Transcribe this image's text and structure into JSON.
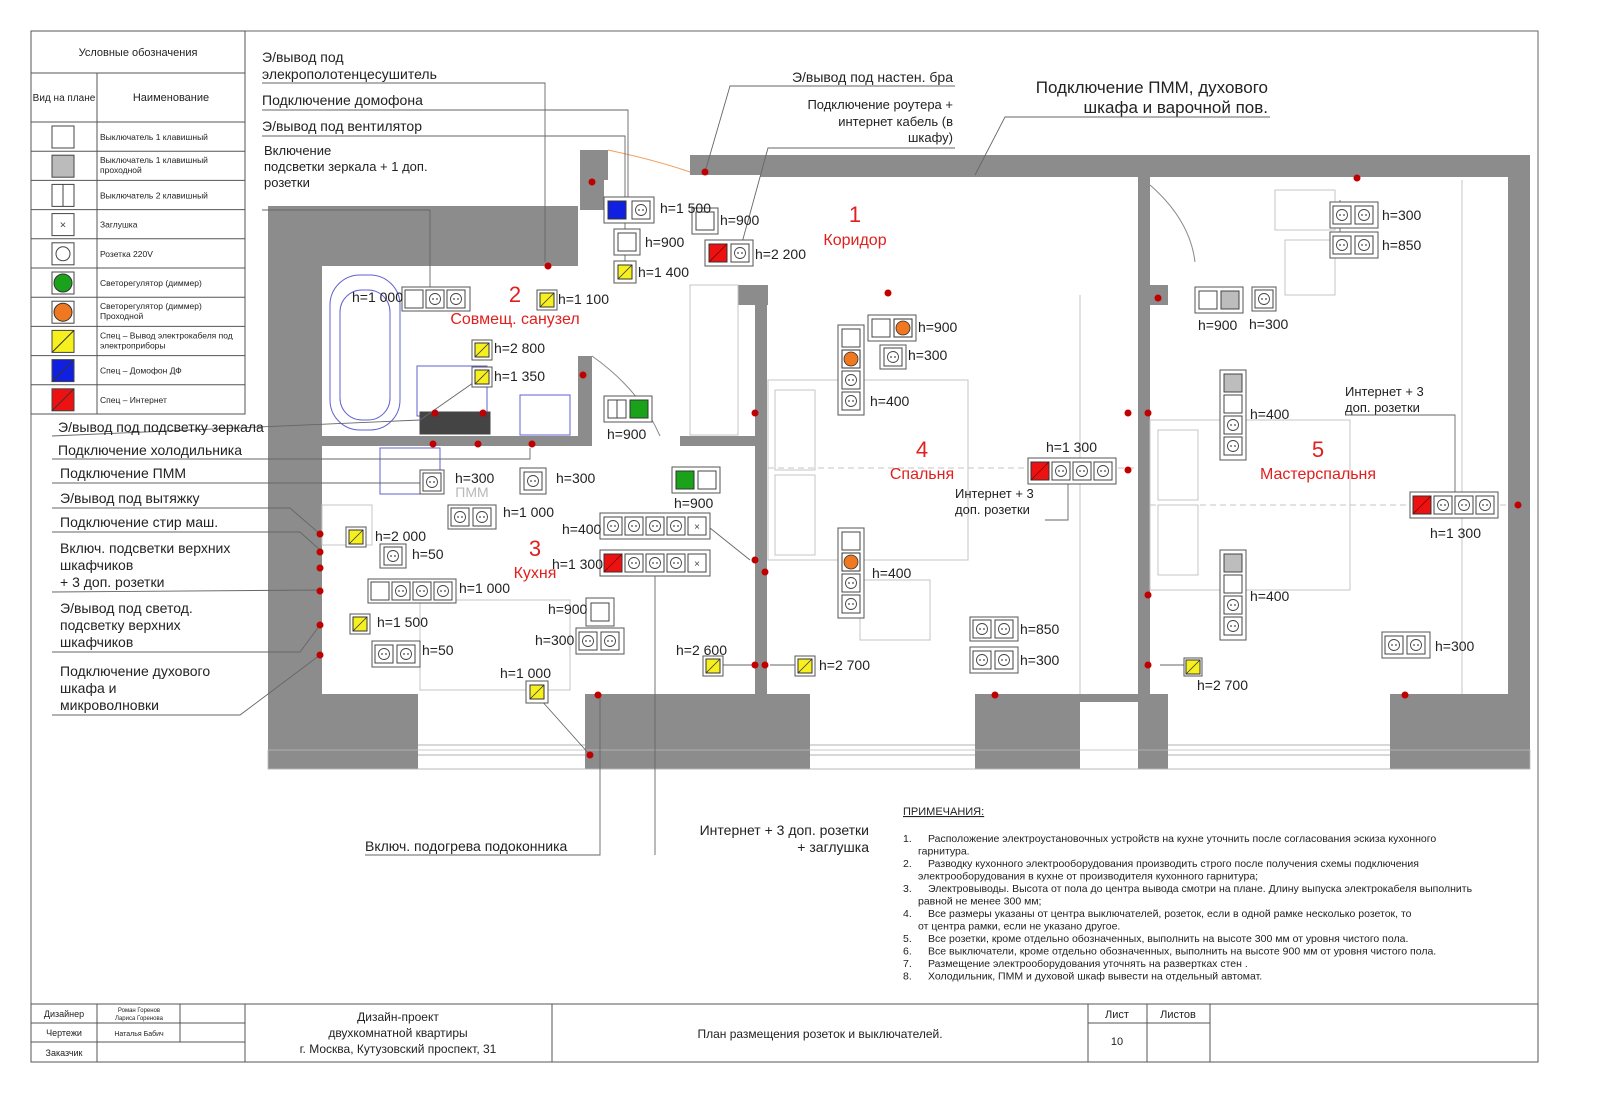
{
  "legend": {
    "title": "Условные обозначения",
    "col_view": "Вид на плане",
    "col_name": "Наименование",
    "items": [
      {
        "label": "Выключатель 1 клавишный",
        "symbol": "switch-1",
        "color": "#ffffff"
      },
      {
        "label": "Выключатель 1 клавишный проходной",
        "symbol": "switch-1-pass",
        "color": "#bbbbbb"
      },
      {
        "label": "Выключатель 2 клавишный",
        "symbol": "switch-2",
        "color": "#ffffff"
      },
      {
        "label": "Заглушка",
        "symbol": "cap",
        "color": "#ffffff"
      },
      {
        "label": "Розетка 220V",
        "symbol": "socket",
        "color": "#ffffff"
      },
      {
        "label": "Светорегулятор (диммер)",
        "symbol": "dimmer",
        "color": "#1aa31a"
      },
      {
        "label": "Светорегулятор (диммер) Проходной",
        "symbol": "dimmer-pass",
        "color": "#f07820"
      },
      {
        "label": "Спец – Вывод электрокабеля под электроприборы",
        "symbol": "cable",
        "color": "#f5f01e"
      },
      {
        "label": "Спец – Домофон ДФ",
        "symbol": "intercom",
        "color": "#1020e0"
      },
      {
        "label": "Спец – Интернет",
        "symbol": "internet",
        "color": "#ee1111"
      }
    ]
  },
  "rooms": [
    {
      "num": "1",
      "name": "Коридор"
    },
    {
      "num": "2",
      "name": "Совмещ. санузел"
    },
    {
      "num": "3",
      "name": "Кухня"
    },
    {
      "num": "4",
      "name": "Спальня"
    },
    {
      "num": "5",
      "name": "Мастерспальня"
    }
  ],
  "callouts": {
    "towel": "Э/вывод под элекрополотенцесушитель",
    "intercom": "Подключение домофона",
    "fan": "Э/вывод под вентилятор",
    "mirror_light": "Включение подсветки зеркала + 1 доп. розетки",
    "wall_lamp": "Э/вывод под настен. бра",
    "router": "Подключение роутера + интернет кабель (в шкафу)",
    "pmm_oven": "Подключение ПММ, духового шкафа  и варочной пов.",
    "mirror_cable": "Э/вывод под подсветку зеркала",
    "fridge": "Подключение холодильника",
    "pmm": "Подключение ПММ",
    "hood": "Э/вывод под вытяжку",
    "washer": "Подключение стир маш.",
    "upper_light": "Включ. подсветки верхних шкафчиков + 3 доп. розетки",
    "led_light": "Э/вывод под светод. подсветку верхних шкафчиков",
    "oven": "Подключение  духового шкафа  и микроволновки",
    "sill_heat": "Включ. подогрева подоконника",
    "kitchen_net": "Интернет + 3 доп. розетки + заглушка",
    "bed_net": "Интернет + 3 доп. розетки",
    "master_net": "Интернет + 3 доп. розетки",
    "pmm_ghost": "ПММ"
  },
  "heights": {
    "h1500": "h=1 500",
    "h900a": "h=900",
    "h900b": "h=900",
    "h1400": "h=1 400",
    "h1100": "h=1 100",
    "h2200": "h=2 200",
    "h1000a": "h=1 000",
    "h2800": "h=2 800",
    "h1350": "h=1 350",
    "h900c": "h=900",
    "h900d": "h=900",
    "h300a": "h=300",
    "h300b": "h=300",
    "h1000b": "h=1 000",
    "h2000": "h=2 000",
    "h50a": "h=50",
    "h1000c": "h=1 000",
    "h1500b": "h=1 500",
    "h50b": "h=50",
    "h400a": "h=400",
    "h1300a": "h=1 300",
    "h900e": "h=900",
    "h300c": "h=300",
    "h1000d": "h=1 000",
    "h2600": "h=2 600",
    "h2700a": "h=2 700",
    "h900f": "h=900",
    "h300d": "h=300",
    "h400b": "h=400",
    "h400c": "h=400",
    "h1300b": "h=1 300",
    "h850a": "h=850",
    "h300e": "h=300",
    "h300f": "h=300",
    "h850b": "h=850",
    "h900g": "h=900",
    "h300g": "h=300",
    "h400d": "h=400",
    "h400e": "h=400",
    "h1300c": "h=1 300",
    "h300h": "h=300",
    "h2700b": "h=2 700"
  },
  "notes": {
    "title": "ПРИМЕЧАНИЯ:",
    "items": [
      {
        "num": "1.",
        "lines": [
          "Расположение электроустановочных устройств на кухне уточнить после согласования эскиза кухонного",
          "гарнитура."
        ]
      },
      {
        "num": "2.",
        "lines": [
          "Разводку кухонного электрооборудования производить строго после получения схемы подключения",
          "электрооборудования в кухне от производителя кухонного гарнитура;"
        ]
      },
      {
        "num": "3.",
        "lines": [
          "Электровыводы. Высота от пола до центра вывода смотри на плане. Длину выпуска электрокабеля выполнить",
          "равной не менее 300 мм;"
        ]
      },
      {
        "num": "4.",
        "lines": [
          "Все размеры указаны от центра выключателей, розеток, если в одной рамке несколько розеток, то",
          "от центра рамки, если не указано другое."
        ]
      },
      {
        "num": "5.",
        "lines": [
          "Все розетки, кроме отдельно обозначенных, выполнить на высоте 300 мм от уровня чистого пола."
        ]
      },
      {
        "num": "6.",
        "lines": [
          "Все выключатели, кроме отдельно обозначенных, выполнить на высоте 900 мм от уровня чистого пола."
        ]
      },
      {
        "num": "7.",
        "lines": [
          "Размещение электрооборудования уточнять на развертках стен ."
        ]
      },
      {
        "num": "8.",
        "lines": [
          "Холодильник, ПММ и  духовой шкаф  вывести на отдельный автомат."
        ]
      }
    ]
  },
  "stamp": {
    "designer_label": "Дизайнер",
    "designer_1": "Роман Горенов",
    "designer_2": "Лариса Горенова",
    "drafter_label": "Чертежи",
    "drafter": "Наталья Бабич",
    "client_label": "Заказчик",
    "project_1": "Дизайн-проект",
    "project_2": "двухкомнатной квартиры",
    "project_3": "г. Москва, Кутузовский проспект, 31",
    "drawing_title": "План размещения розеток и выключателей.",
    "sheet_label": "Лист",
    "sheets_label": "Листов",
    "sheet_no": "10"
  },
  "colors": {
    "wall": "#8c8c8c",
    "line": "#555555",
    "room_red": "#e0201e",
    "point_red": "#c00000",
    "furniture": "#c8c8c8",
    "bath": "#5a5ad0"
  }
}
